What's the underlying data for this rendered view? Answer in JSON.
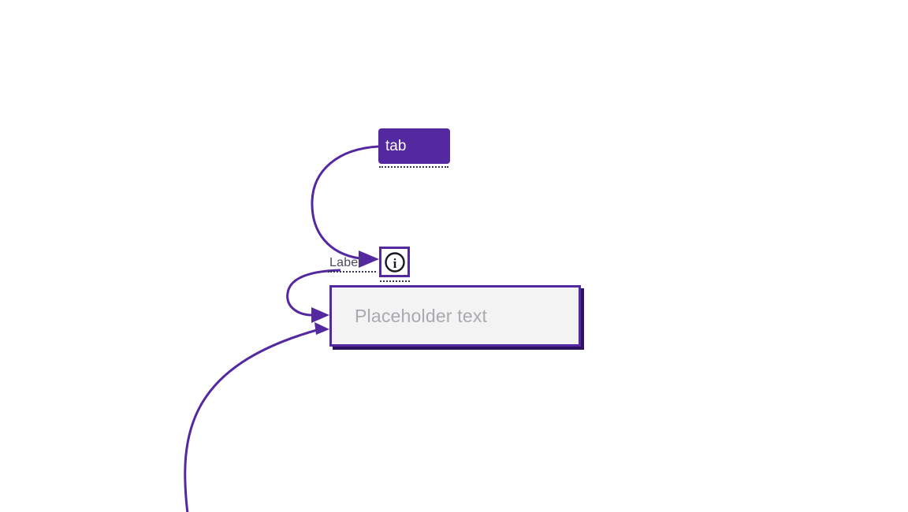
{
  "tab": {
    "label": "tab"
  },
  "field": {
    "label": "Label",
    "placeholder": "Placeholder text"
  },
  "icons": {
    "info": "information-icon",
    "info_glyph": "i"
  },
  "colors": {
    "purple_accent": "#54289f",
    "shadow_dark": "#2d1263",
    "input_bg": "#f3f3f3",
    "placeholder_text": "#a9a9af",
    "label_text": "#4c4a58",
    "dotted_line": "#3a3350",
    "tab_text": "#ffffff",
    "icon_ink": "#191926"
  }
}
